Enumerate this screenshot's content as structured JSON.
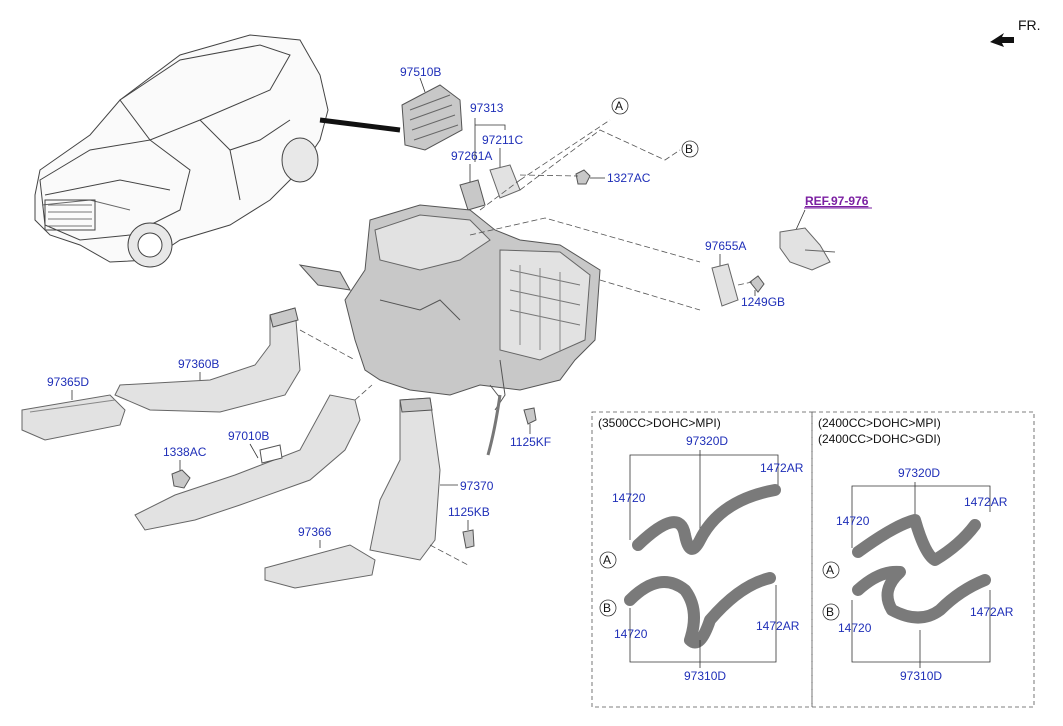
{
  "direction": {
    "text": "FR.",
    "icon": "arrow-forward-icon"
  },
  "reference": "REF.97-976",
  "markers": {
    "a": "A",
    "b": "B"
  },
  "labels": {
    "p97510B": "97510B",
    "p97313": "97313",
    "p97211C": "97211C",
    "p97261A": "97261A",
    "p1327AC": "1327AC",
    "p97655A": "97655A",
    "p1249GB": "1249GB",
    "p97360B": "97360B",
    "p97365D": "97365D",
    "p97010B": "97010B",
    "p1338AC": "1338AC",
    "p1125KF": "1125KF",
    "p97370": "97370",
    "p1125KB": "1125KB",
    "p97366": "97366"
  },
  "box_left": {
    "title": "(3500CC>DOHC>MPI)",
    "top_part": "97320D",
    "top_left": "14720",
    "top_right": "1472AR",
    "bottom_left": "14720",
    "bottom_right": "1472AR",
    "bottom_part": "97310D"
  },
  "box_right": {
    "title1": "(2400CC>DOHC>MPI)",
    "title2": "(2400CC>DOHC>GDI)",
    "top_part": "97320D",
    "top_left": "14720",
    "top_right": "1472AR",
    "bottom_left": "14720",
    "bottom_right": "1472AR",
    "bottom_part": "97310D"
  }
}
